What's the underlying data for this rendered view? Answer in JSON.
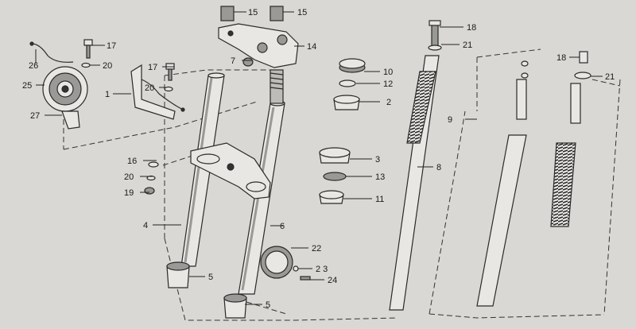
{
  "diagram": {
    "callouts": {
      "c1": "1",
      "c2": "2",
      "c3": "3",
      "c4": "4",
      "c5a": "5",
      "c5b": "5",
      "c6": "6",
      "c7": "7",
      "c8": "8",
      "c9": "9",
      "c10": "10",
      "c11": "11",
      "c12": "12",
      "c13": "13",
      "c14": "14",
      "c15a": "15",
      "c15b": "15",
      "c16": "16",
      "c17a": "17",
      "c17b": "17",
      "c18a": "18",
      "c18b": "18",
      "c19": "19",
      "c20a": "20",
      "c20b": "20",
      "c20c": "20",
      "c21a": "21",
      "c21b": "21",
      "c22": "22",
      "c23": "2 3",
      "c24": "24",
      "c25": "25",
      "c26": "26",
      "c27": "27"
    },
    "colors": {
      "background": "#d9d8d4",
      "line": "#2a2a2a",
      "part_fill": "#e8e7e3",
      "shade": "#9a9995"
    }
  }
}
